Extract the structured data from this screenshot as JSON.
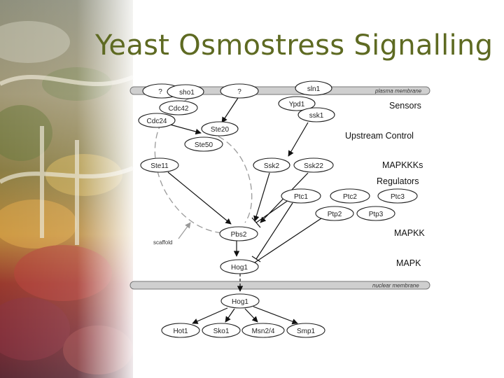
{
  "title": "Yeast Osmostress Signalling",
  "membranes": {
    "plasma": "plasma membrane",
    "nuclear": "nuclear membrane"
  },
  "sections": {
    "sensors": "Sensors",
    "upstream": "Upstream Control",
    "mapkkks": "MAPKKKs",
    "regulators": "Regulators",
    "mapkk": "MAPKK",
    "mapk": "MAPK"
  },
  "scaffold_label": "scaffold",
  "nodes": {
    "q1": "?",
    "sho1": "sho1",
    "q2": "?",
    "sln1": "sln1",
    "cdc42": "Cdc42",
    "ypd1": "Ypd1",
    "cdc24": "Cdc24",
    "ssk1": "ssk1",
    "ste20": "Ste20",
    "ste50": "Ste50",
    "ste11": "Ste11",
    "ssk2": "Ssk2",
    "ssk22": "Ssk22",
    "ptc1": "Ptc1",
    "ptc2": "Ptc2",
    "ptc3": "Ptc3",
    "ptp2": "Ptp2",
    "ptp3": "Ptp3",
    "pbs2": "Pbs2",
    "hog1_cyto": "Hog1",
    "hog1_nuc": "Hog1",
    "hot1": "Hot1",
    "sko1": "Sko1",
    "msn24": "Msn2/4",
    "smp1": "Smp1"
  }
}
